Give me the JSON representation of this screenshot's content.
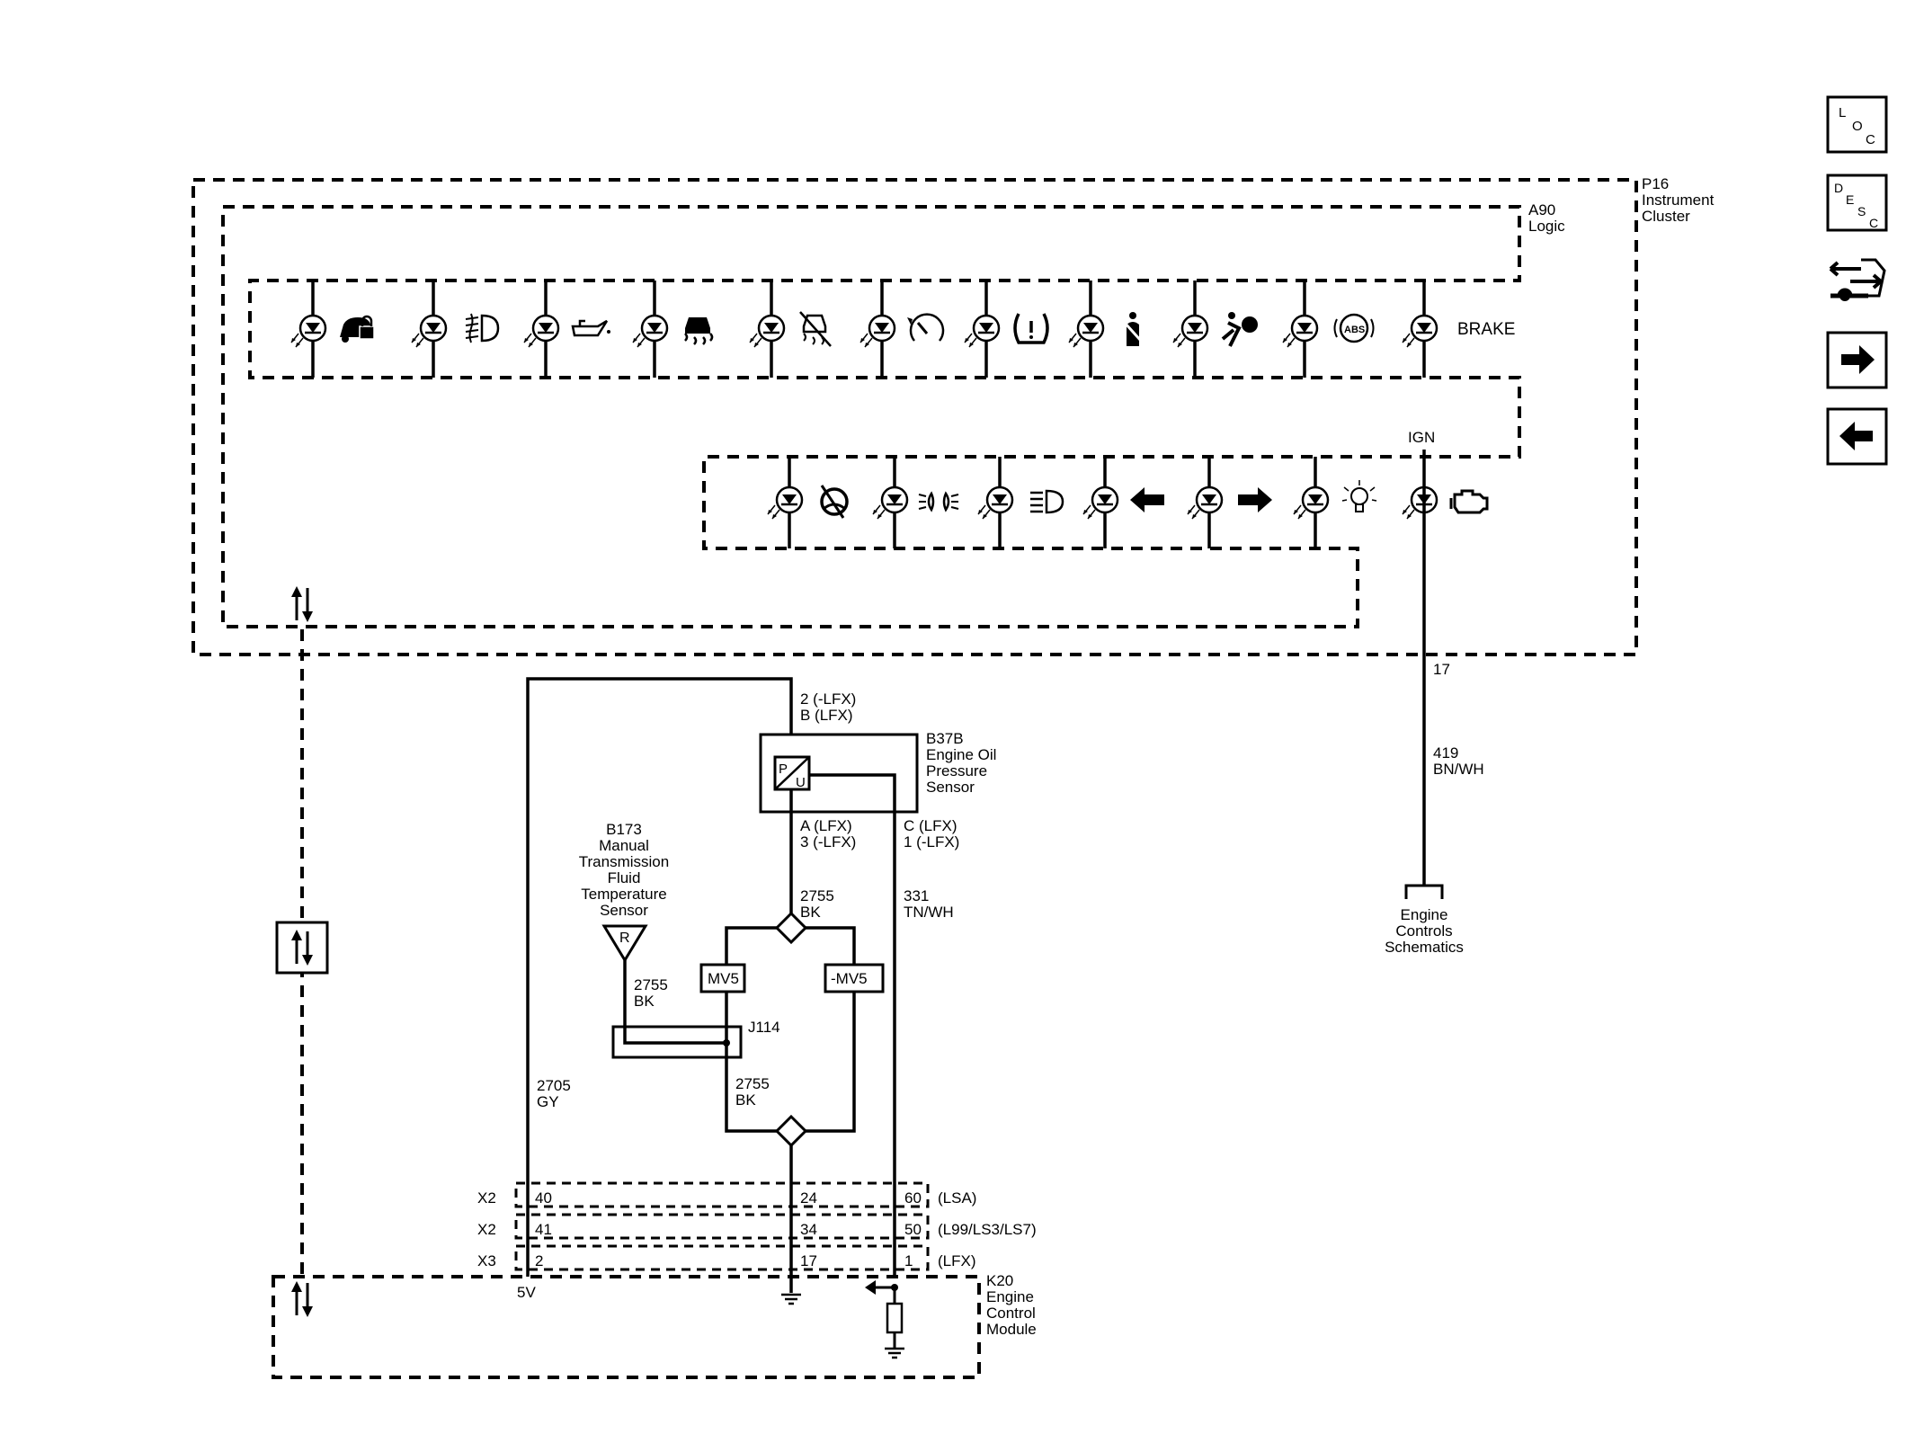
{
  "components": {
    "p16": [
      "P16",
      "Instrument",
      "Cluster"
    ],
    "a90": [
      "A90",
      "Logic"
    ],
    "brake": "BRAKE",
    "ign": "IGN",
    "b37b": [
      "B37B",
      "Engine Oil",
      "Pressure",
      "Sensor"
    ],
    "b173": [
      "B173",
      "Manual",
      "Transmission",
      "Fluid",
      "Temperature",
      "Sensor"
    ],
    "k20": [
      "K20",
      "Engine",
      "Control",
      "Module"
    ],
    "engine_controls": [
      "Engine",
      "Controls",
      "Schematics"
    ],
    "sensor_p": "P",
    "sensor_u": "U",
    "sensor_r": "R",
    "mv5": "MV5",
    "neg_mv5": "-MV5",
    "j114": "J114",
    "five_v": "5V"
  },
  "pins": {
    "b37b_top": [
      "2 (-LFX)",
      "B (LFX)"
    ],
    "b37b_a": [
      "A  (LFX)",
      "3 (-LFX)"
    ],
    "b37b_c": [
      "C (LFX)",
      "1 (-LFX)"
    ],
    "cluster_17": "17"
  },
  "wires": {
    "w419": [
      "419",
      "BN/WH"
    ],
    "w2755_top": [
      "2755",
      "BK"
    ],
    "w331": [
      "331",
      "TN/WH"
    ],
    "w2755_left": [
      "2755",
      "BK"
    ],
    "w2755_low": [
      "2755",
      "BK"
    ],
    "w2705": [
      "2705",
      "GY"
    ]
  },
  "connectors": [
    {
      "name": "X2",
      "p1": "40",
      "p2": "24",
      "p3": "60",
      "variant": "(LSA)"
    },
    {
      "name": "X2",
      "p1": "41",
      "p2": "34",
      "p3": "50",
      "variant": "(L99/LS3/LS7)"
    },
    {
      "name": "X3",
      "p1": "2",
      "p2": "17",
      "p3": "1",
      "variant": "(LFX)"
    }
  ],
  "nav": {
    "loc": [
      "L",
      "O",
      "C"
    ],
    "desc": [
      "D",
      "E",
      "S",
      "C"
    ]
  },
  "icons": {
    "row1": [
      "security-lock-icon",
      "fog-lamp-icon",
      "oil-pressure-icon",
      "traction-control-icon",
      "traction-off-icon",
      "cruise-control-icon",
      "tire-pressure-icon",
      "seatbelt-icon",
      "airbag-icon",
      "abs-icon"
    ],
    "row2": [
      "power-steering-icon",
      "parking-lamp-icon",
      "high-beam-icon",
      "left-turn-icon",
      "right-turn-icon",
      "service-lamp-icon",
      "check-engine-icon"
    ]
  }
}
